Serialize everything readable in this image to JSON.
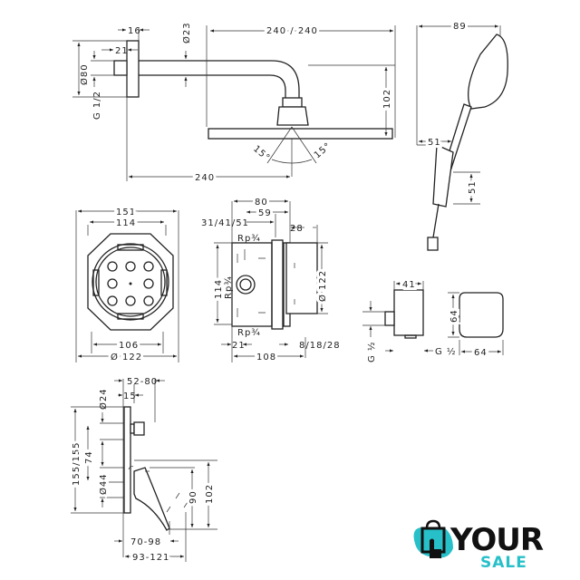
{
  "overhead_shower": {
    "d16": "16",
    "d21": "21",
    "d80": "Ø80",
    "g12": "G 1/2",
    "d23": "Ø23",
    "width": "240 / 240",
    "height": "102",
    "angle_left": "15°",
    "angle_right": "15°",
    "arm": "240"
  },
  "hand_shower": {
    "width": "89",
    "d51a": "51",
    "d51b": "51"
  },
  "box_front": {
    "w151": "151",
    "w114": "114",
    "w106": "106",
    "d122": "Ø 122"
  },
  "box_side": {
    "w80": "80",
    "w59": "59",
    "w314151": "31/41/51",
    "w28": "28",
    "rp_top": "Rp¾",
    "rp_mid": "Rp¾",
    "rp_bot": "Rp¾",
    "h114": "114",
    "d122": "Ø 122",
    "w21": "21",
    "w108": "108",
    "w81828": "8/18/28"
  },
  "wall_outlet": {
    "w41": "41",
    "g_left": "G ½",
    "g_right": "G ½",
    "h64": "64",
    "w64": "64"
  },
  "mixer": {
    "w5280": "52-80",
    "d24": "Ø24",
    "w15": "15",
    "h155": "155/155",
    "h74": "74",
    "d44": "Ø44",
    "h90": "90",
    "h102": "102",
    "w7098": "70-98",
    "w93121": "93-121"
  },
  "logo": {
    "your": "YOUR",
    "sale": "SALE",
    "brand_color": "#27c0c9"
  }
}
